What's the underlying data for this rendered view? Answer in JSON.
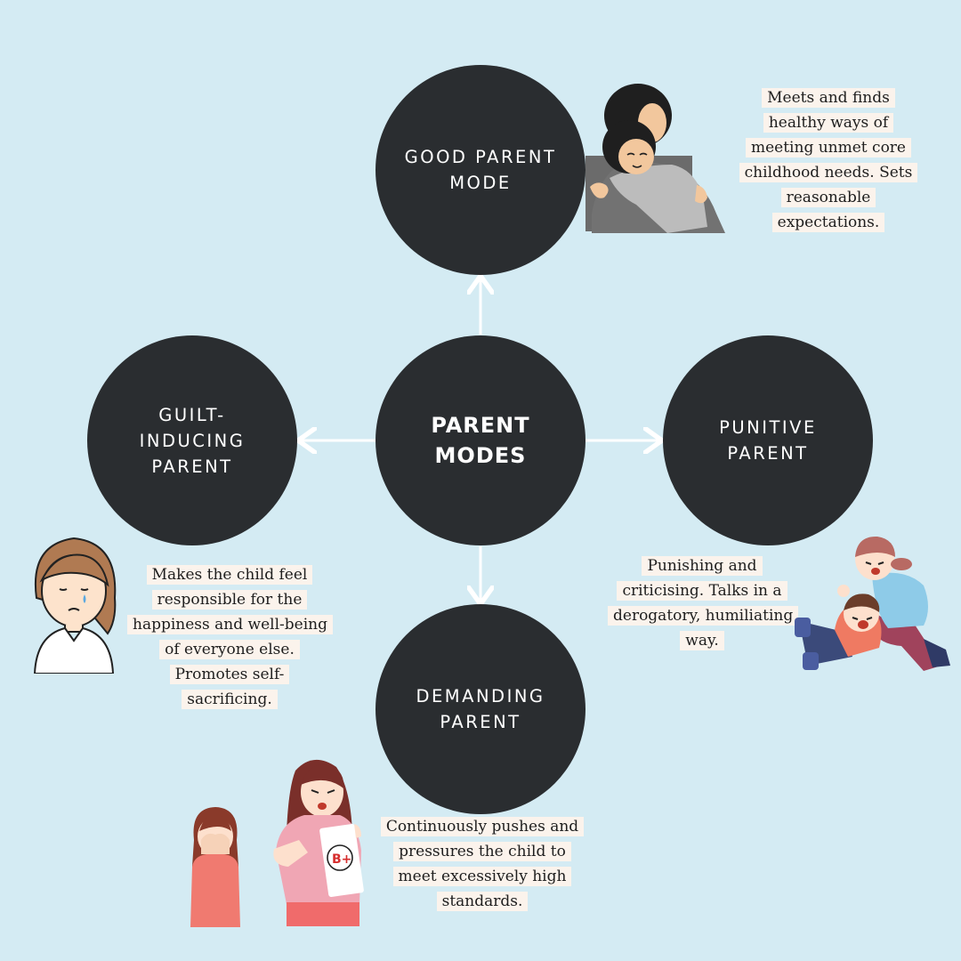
{
  "center": {
    "label": "PARENT MODES"
  },
  "modes": {
    "good": {
      "label": "GOOD PARENT MODE",
      "description": "Meets and finds healthy ways of meeting unmet core childhood needs. Sets reasonable expectations."
    },
    "guilt": {
      "label": "GUILT-INDUCING PARENT",
      "description": "Makes the child feel responsible for the happiness and well-being of everyone else. Promotes self-sacrificing."
    },
    "punitive": {
      "label": "PUNITIVE PARENT",
      "description": "Punishing and criticising. Talks in a derogatory, humiliating way."
    },
    "demanding": {
      "label": "DEMANDING PARENT",
      "description": "Continuously pushes and pressures the child to meet excessively high standards."
    }
  },
  "illustrations": {
    "grade_paper_text": "B+"
  }
}
